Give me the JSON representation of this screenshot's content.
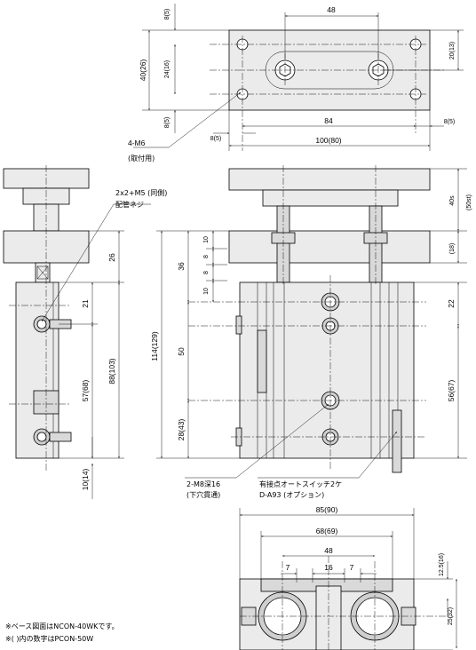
{
  "top_view": {
    "dim_48": "48",
    "dim_20_13": "20(13)",
    "dim_8_5_a": "8(5)",
    "dim_24_16": "24(16)",
    "dim_40_26": "40(26)",
    "dim_8_5_b": "8(5)",
    "dim_84": "84",
    "dim_8_5_right": "8(5)",
    "dim_8_5_left": "8(5)",
    "dim_100_80": "100(80)",
    "note_4m6_line1": "4-M6",
    "note_4m6_line2": "(取付用)"
  },
  "side_view": {
    "note_port_line1": "2x2+M5 (同側)",
    "note_port_line2": "配管ネジ",
    "dim_26": "26",
    "dim_21": "21",
    "dim_57_68": "57(68)",
    "dim_88_103": "88(103)",
    "dim_10_14": "10(14)"
  },
  "front_view": {
    "dim_40s": "40s",
    "dim_50st": "(50st)",
    "dim_18": "(18)",
    "dim_10_a": "10",
    "dim_8_a": "8",
    "dim_8_b": "8",
    "dim_10_b": "10",
    "dim_36": "36",
    "dim_114_129": "114(129)",
    "dim_50": "50",
    "dim_28_43": "28(43)",
    "dim_22": "22",
    "dim_56_67": "56(67)",
    "note_m8_line1": "2-M8深16",
    "note_m8_line2": "(下穴貫通)",
    "note_switch_line1": "有接点オートスイッチ2ケ",
    "note_switch_line2": "D-A93 (オプション)"
  },
  "bottom_view": {
    "dim_85_90": "85(90)",
    "dim_68_69": "68(69)",
    "dim_48": "48",
    "dim_7_left": "7",
    "dim_16": "16",
    "dim_7_right": "7",
    "dim_12_5_16": "12.5(16)",
    "dim_25_32": "25(32)"
  },
  "footnotes": {
    "line1": "※ベース図面はNCON-40WKです。",
    "line2": "※(      )内の数字はPCON-50W"
  }
}
